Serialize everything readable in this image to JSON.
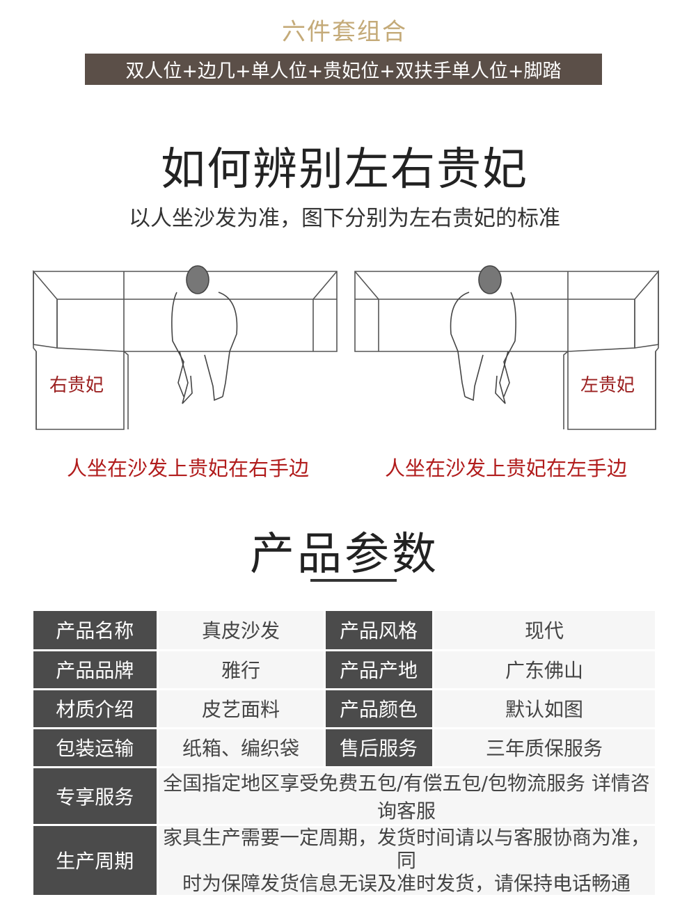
{
  "header": {
    "set_title": "六件套组合",
    "set_items": "双人位+边几+单人位+贵妃位+双扶手单人位+脚踏"
  },
  "identify": {
    "title": "如何辨别左右贵妃",
    "subtitle": "以人坐沙发为准，图下分别为左右贵妃的标准",
    "left_diagram": {
      "label": "右贵妃",
      "caption": "人坐在沙发上贵妃在右手边"
    },
    "right_diagram": {
      "label": "左贵妃",
      "caption": "人坐在沙发上贵妃在左手边"
    },
    "label_color": "#9b2020"
  },
  "params": {
    "title": "产品参数",
    "rows": [
      {
        "k1": "产品名称",
        "v1": "真皮沙发",
        "k2": "产品风格",
        "v2": "现代"
      },
      {
        "k1": "产品品牌",
        "v1": "雅行",
        "k2": "产品产地",
        "v2": "广东佛山"
      },
      {
        "k1": "材质介绍",
        "v1": "皮艺面料",
        "k2": "产品颜色",
        "v2": "默认如图"
      },
      {
        "k1": "包装运输",
        "v1": "纸箱、编织袋",
        "k2": "售后服务",
        "v2": "三年质保服务"
      }
    ],
    "service": {
      "k": "专享服务",
      "v": "全国指定地区享受免费五包/有偿五包/包物流服务 详情咨询客服"
    },
    "cycle": {
      "k": "生产周期",
      "v_line1": "家具生产需要一定周期，发货时间请以与客服协商为准，同",
      "v_line2": "时为保障发货信息无误及准时发货，请保持电话畅通"
    }
  },
  "colors": {
    "set_title": "#c4aa78",
    "set_bar": "#5b4f48",
    "caption_red": "#b11c1c",
    "key_cell": "#4b4b4b",
    "value_cell": "#f6f6f6"
  }
}
